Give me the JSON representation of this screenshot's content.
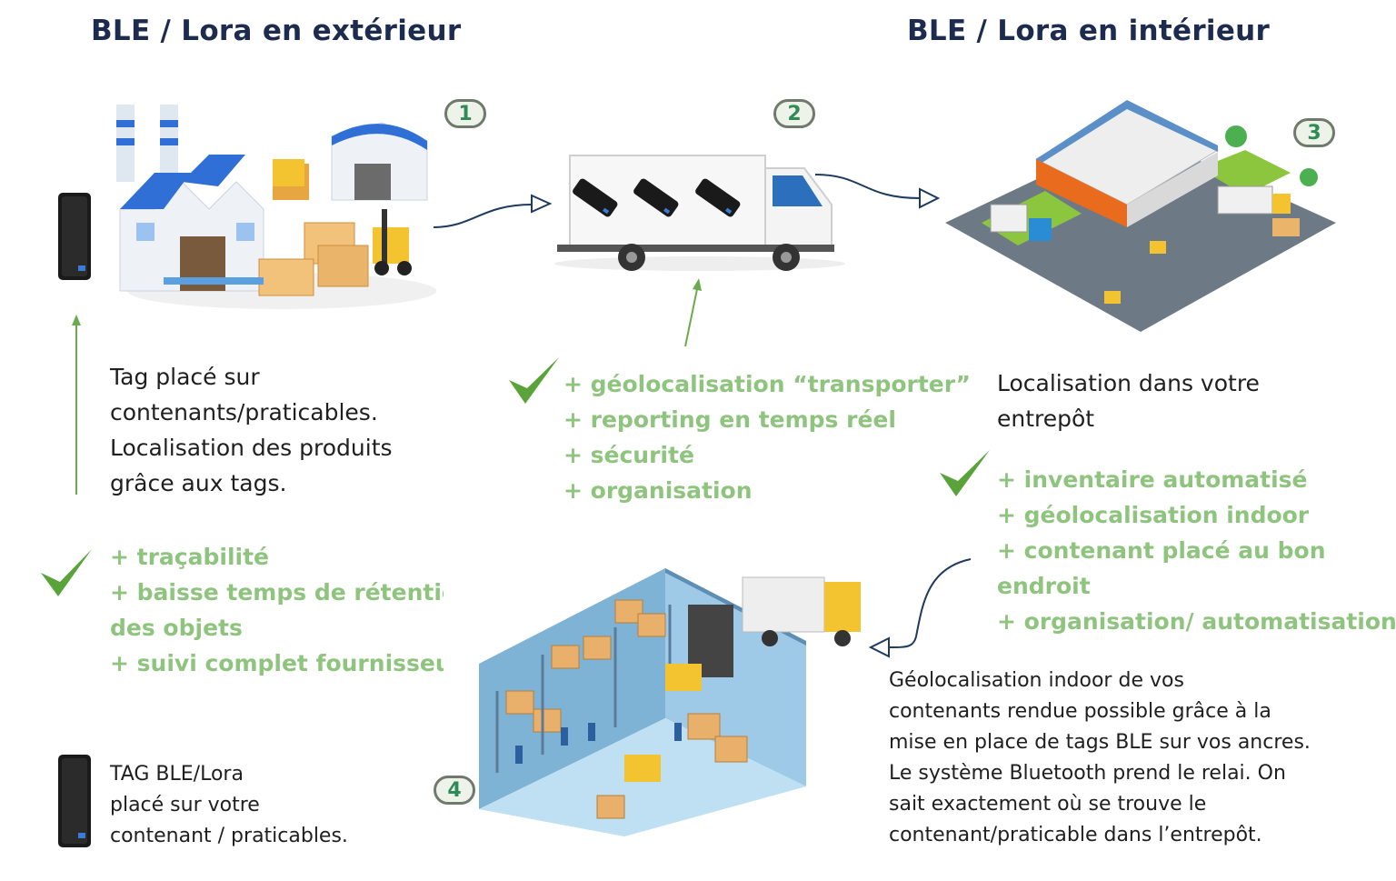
{
  "headings": {
    "outdoor": "BLE / Lora en extérieur",
    "indoor": "BLE / Lora en intérieur"
  },
  "steps": [
    "1",
    "2",
    "3",
    "4"
  ],
  "tag_description": [
    "Tag placé sur",
    "contenants/praticables.",
    "Localisation des produits",
    "grâce aux tags."
  ],
  "benefits_outdoor": [
    "+ traçabilité",
    "+ baisse temps de rétention",
    "des objets",
    "+ suivi complet fournisseur"
  ],
  "benefits_transport": [
    "+ géolocalisation “transporter”",
    "+ reporting en temps réel",
    "+ sécurité",
    "+ organisation"
  ],
  "warehouse_description": [
    "Localisation dans votre",
    "entrepôt"
  ],
  "benefits_indoor": [
    "+ inventaire automatisé",
    "+ géolocalisation indoor",
    "+ contenant placé au bon",
    "endroit",
    "+ organisation/ automatisation"
  ],
  "tag_caption": [
    "TAG BLE/Lora",
    "placé sur votre",
    "contenant / praticables."
  ],
  "indoor_description": [
    "Géolocalisation indoor de vos",
    "contenants rendue possible grâce à la",
    "mise en place de tags BLE sur vos ancres.",
    "Le système Bluetooth prend le relai. On",
    "sait exactement où se trouve le",
    "contenant/praticable dans l’entrepôt."
  ],
  "icons": [
    "factory-illustration",
    "truck-illustration",
    "warehouse-illustration",
    "indoor-warehouse-illustration",
    "ble-tag-device-icon",
    "checkmark-icon",
    "arrow-icon"
  ],
  "colors": {
    "heading": "#1d2b4f",
    "benefit": "#8fc47f",
    "check": "#5aa33a",
    "arrow": "#1e3a5f",
    "tag": "#1a1a1a"
  }
}
